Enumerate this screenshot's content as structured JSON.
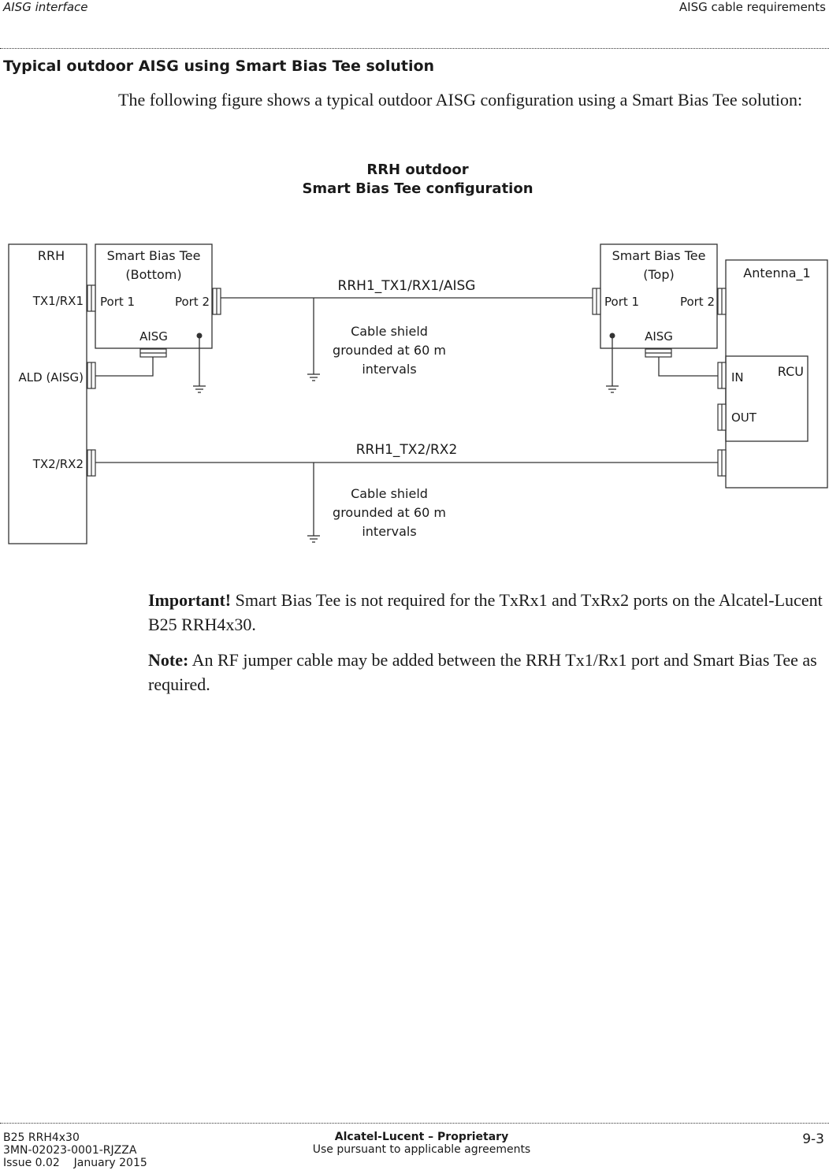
{
  "header": {
    "left": "AISG interface",
    "right": "AISG cable requirements"
  },
  "section_title": "Typical outdoor AISG using Smart Bias Tee solution",
  "intro": "The following figure shows a typical outdoor AISG configuration using a Smart Bias Tee solution:",
  "figure": {
    "title_line1": "RRH outdoor",
    "title_line2": "Smart Bias Tee configuration",
    "rrh": {
      "label": "RRH",
      "port_tx1": "TX1/RX1",
      "port_ald": "ALD (AISG)",
      "port_tx2": "TX2/RX2"
    },
    "sbt_bottom": {
      "title_line1": "Smart Bias Tee",
      "title_line2": "(Bottom)",
      "port1": "Port 1",
      "port2": "Port 2",
      "aisg": "AISG"
    },
    "sbt_top": {
      "title_line1": "Smart Bias Tee",
      "title_line2": "(Top)",
      "port1": "Port 1",
      "port2": "Port 2",
      "aisg": "AISG"
    },
    "antenna": {
      "label": "Antenna_1",
      "rcu": "RCU",
      "in": "IN",
      "out": "OUT"
    },
    "cable1": {
      "label": "RRH1_TX1/RX1/AISG",
      "shield_line1": "Cable shield",
      "shield_line2": "grounded at 60 m",
      "shield_line3": "intervals"
    },
    "cable2": {
      "label": "RRH1_TX2/RX2",
      "shield_line1": "Cable shield",
      "shield_line2": "grounded at 60 m",
      "shield_line3": "intervals"
    }
  },
  "notes": {
    "important_label": "Important!",
    "important_text": " Smart Bias Tee is not required for the TxRx1 and TxRx2 ports on the Alcatel-Lucent B25 RRH4x30.",
    "note_label": "Note:",
    "note_text": " An RF jumper cable may be added between the RRH Tx1/Rx1 port and Smart Bias Tee as required."
  },
  "footer": {
    "left_line1": "B25 RRH4x30",
    "left_line2": "3MN-02023-0001-RJZZA",
    "left_line3": "Issue 0.02    January 2015",
    "mid_line1": "Alcatel-Lucent – Proprietary",
    "mid_line2": "Use pursuant to applicable agreements",
    "page": "9-3"
  }
}
